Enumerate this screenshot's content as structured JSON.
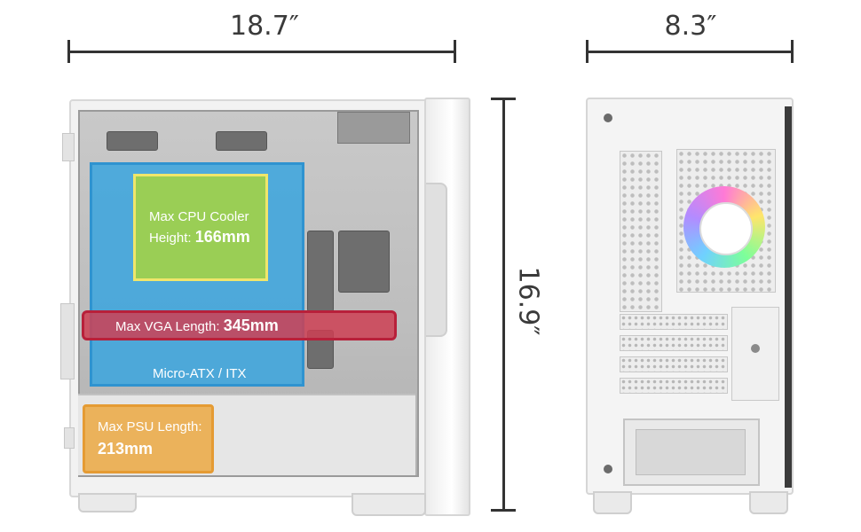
{
  "dimensions": {
    "depth": "18.7″",
    "width": "8.3″",
    "height": "16.9″"
  },
  "overlays": {
    "cpu_cooler": {
      "line1": "Max CPU Cooler",
      "line2_prefix": "Height: ",
      "line2_value": "166mm",
      "color": "#9ed04e"
    },
    "vga": {
      "prefix": "Max VGA Length: ",
      "value": "345mm",
      "color": "#ce3f54"
    },
    "motherboard": {
      "label": "Micro-ATX / ITX",
      "color": "#3aa5de"
    },
    "psu": {
      "line1": "Max PSU Length:",
      "value": "213mm",
      "color": "#ebaf53"
    }
  }
}
